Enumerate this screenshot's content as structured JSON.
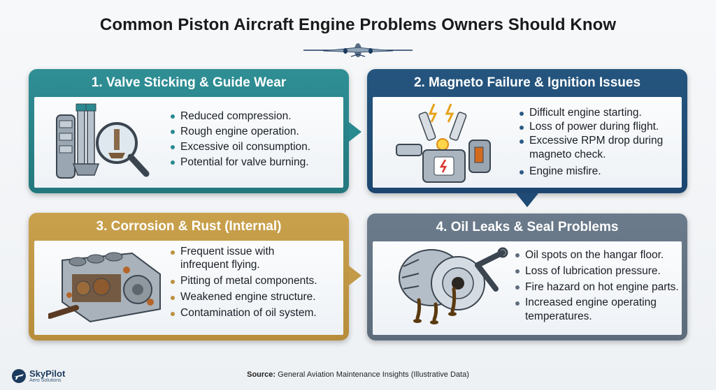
{
  "title": "Common Piston Aircraft Engine Problems Owners Should Know",
  "colors": {
    "teal": "#2a8a90",
    "navy": "#1f4b76",
    "gold": "#c29a48",
    "slate": "#64748a"
  },
  "cards": [
    {
      "heading": "1. Valve Sticking & Guide Wear",
      "icon": "valve-magnifier-icon",
      "bullets": [
        "Reduced compression.",
        "Rough engine operation.",
        "Excessive oil consumption.",
        "Potential for valve burning."
      ]
    },
    {
      "heading": "2. Magneto Failure & Ignition Issues",
      "icon": "spark-plug-magneto-icon",
      "bullets": [
        "Difficult engine starting.",
        "Loss of power during flight.",
        "Excessive RPM drop during magneto check.",
        "Engine misfire."
      ]
    },
    {
      "heading": "3. Corrosion & Rust (Internal)",
      "icon": "rusted-engine-block-icon",
      "bullets": [
        "Frequent issue with infrequent flying.",
        "Pitting of metal components.",
        "Weakened engine structure.",
        "Contamination of oil system."
      ]
    },
    {
      "heading": "4. Oil Leaks & Seal Problems",
      "icon": "leaking-engine-wrench-icon",
      "bullets": [
        "Oil spots on the hangar floor.",
        "Loss of lubrication pressure.",
        "Fire hazard on hot engine parts.",
        "Increased engine operating temperatures."
      ]
    }
  ],
  "footer": {
    "brand": "SkyPilot",
    "brand_sub": "Aero Solutions",
    "source_label": "Source:",
    "source_text": "General Aviation Maintenance Insights (Illustrative Data)"
  }
}
